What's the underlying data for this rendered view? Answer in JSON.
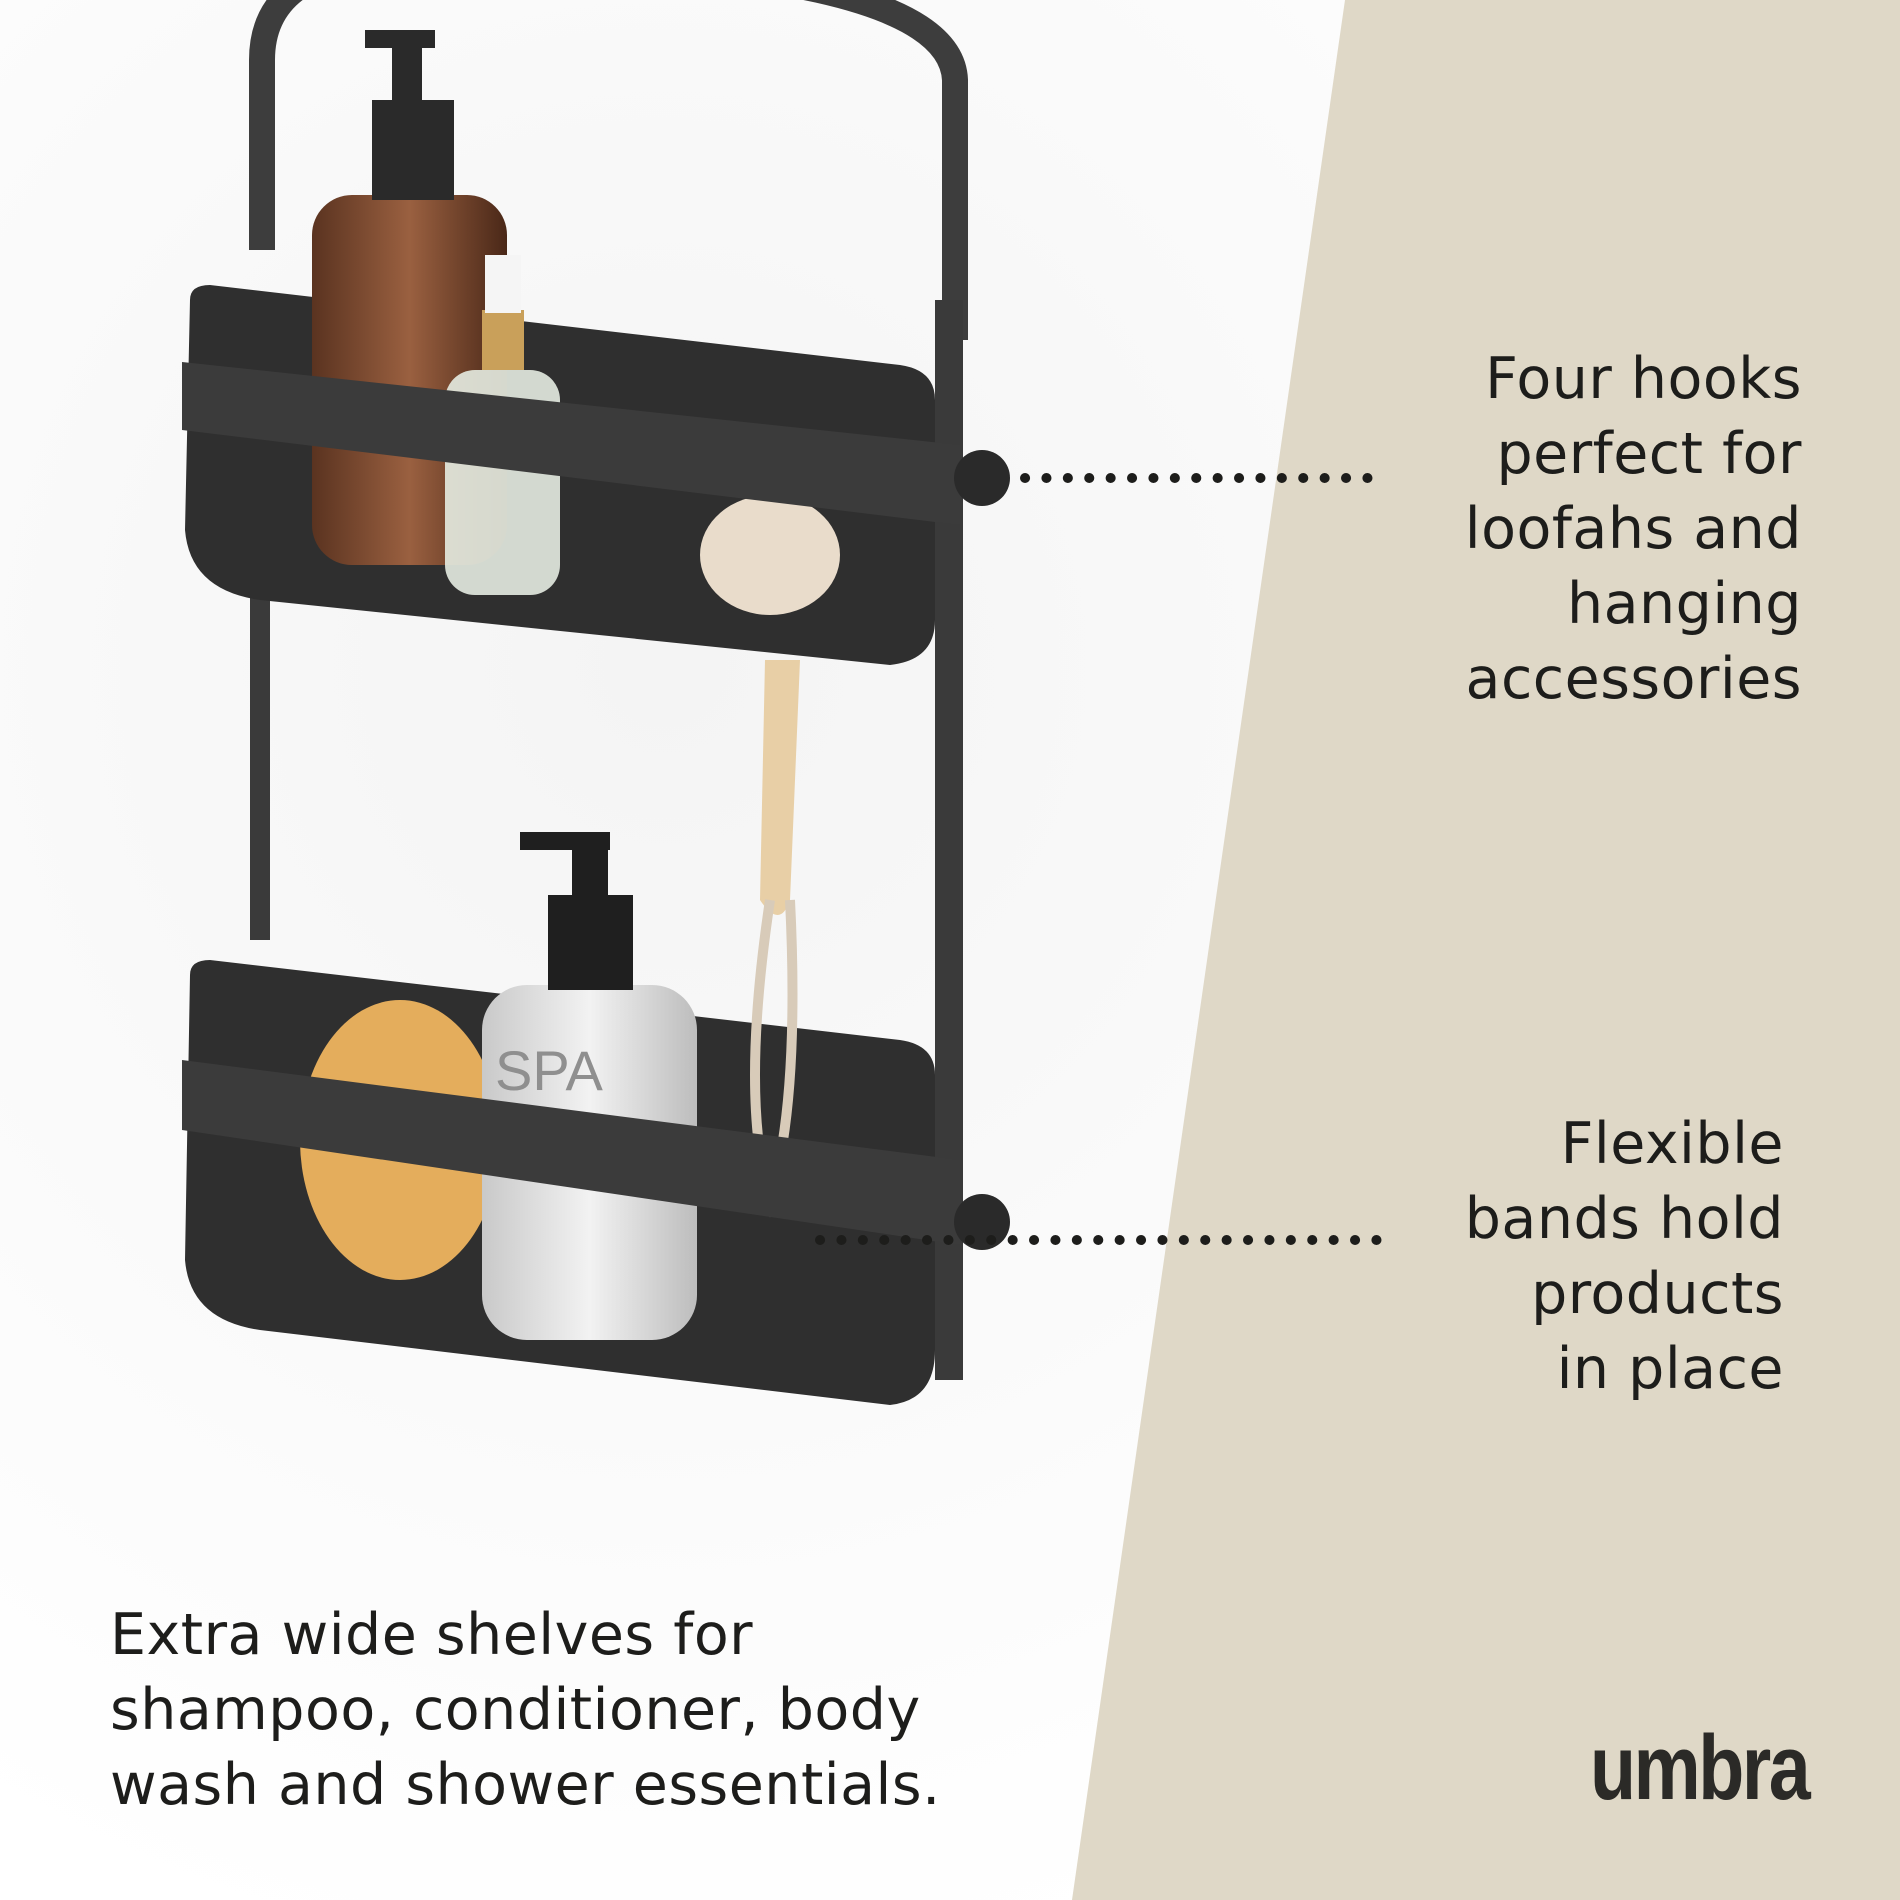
{
  "features": [
    {
      "lines": [
        "Four hooks",
        "perfect for",
        "loofahs and",
        "hanging",
        "accessories"
      ]
    },
    {
      "lines": [
        "Flexible",
        "bands hold",
        "products",
        "in place"
      ]
    }
  ],
  "caption": {
    "lines": [
      "Extra wide shelves for",
      "shampoo, conditioner, body",
      "wash and shower essentials."
    ]
  },
  "brand": {
    "logo_text": "umbra"
  },
  "product_labels": {
    "bottle_text": "SPA"
  },
  "colors": {
    "beige_panel": "#dfd8c7",
    "caddy": "#3a3a3a",
    "text": "#1d1d1b",
    "logo": "#2b2a27"
  }
}
